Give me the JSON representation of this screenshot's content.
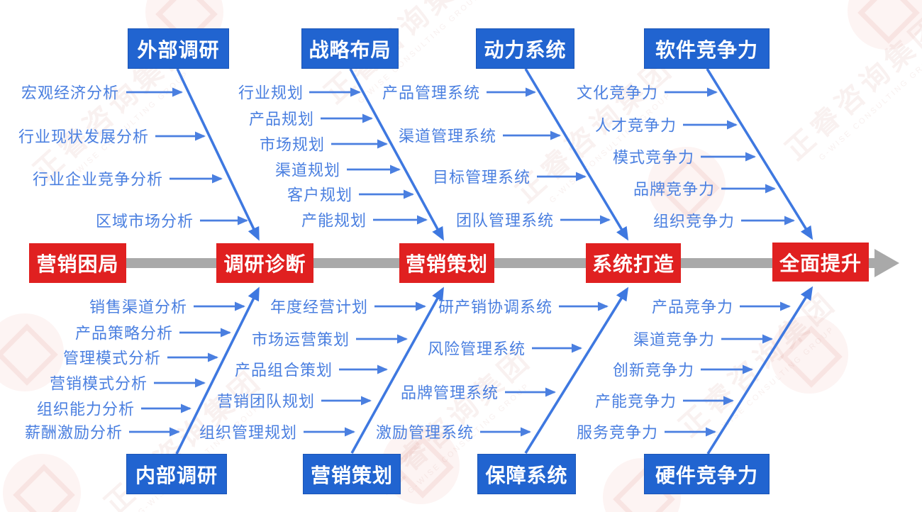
{
  "diagram": {
    "title_hint": "fishbone-marketing-roadmap",
    "stages": [
      "营销困局",
      "调研诊断",
      "营销策划",
      "系统打造",
      "全面提升"
    ],
    "top_branches": [
      {
        "title": "外部调研",
        "items": [
          "宏观经济分析",
          "行业现状发展分析",
          "行业企业竞争分析",
          "区域市场分析"
        ]
      },
      {
        "title": "战略布局",
        "items": [
          "行业规划",
          "产品规划",
          "市场规划",
          "渠道规划",
          "客户规划",
          "产能规划"
        ]
      },
      {
        "title": "动力系统",
        "items": [
          "产品管理系统",
          "渠道管理系统",
          "目标管理系统",
          "团队管理系统"
        ]
      },
      {
        "title": "软件竞争力",
        "items": [
          "文化竞争力",
          "人才竞争力",
          "模式竞争力",
          "品牌竞争力",
          "组织竞争力"
        ]
      }
    ],
    "bottom_branches": [
      {
        "title": "内部调研",
        "items": [
          "销售渠道分析",
          "产品策略分析",
          "管理模式分析",
          "营销模式分析",
          "组织能力分析",
          "薪酬激励分析"
        ]
      },
      {
        "title": "营销策划",
        "items": [
          "年度经营计划",
          "市场运营策划",
          "产品组合策划",
          "营销团队规划",
          "组织管理规划"
        ]
      },
      {
        "title": "保障系统",
        "items": [
          "研产销协调系统",
          "风险管理系统",
          "品牌管理系统",
          "激励管理系统"
        ]
      },
      {
        "title": "硬件竞争力",
        "items": [
          "产品竞争力",
          "渠道竞争力",
          "创新竞争力",
          "产能竞争力",
          "服务竞争力"
        ]
      }
    ],
    "watermark": {
      "text": "正睿咨询集团",
      "subtext": "G-WISE CONSULTING GROUP"
    },
    "colors": {
      "stage_red": "#e02020",
      "category_blue": "#2164d0",
      "item_blue": "#4a7fe0",
      "branch_line_blue": "#3e78e0",
      "spine_gray": "#a9a9a9"
    }
  }
}
